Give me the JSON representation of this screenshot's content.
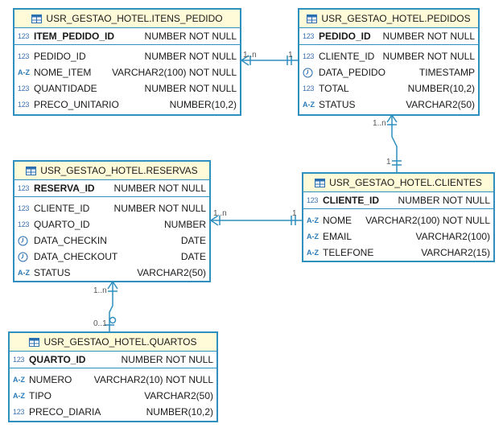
{
  "entities": {
    "itens_pedido": {
      "title": "USR_GESTAO_HOTEL.ITENS_PEDIDO",
      "pk": {
        "name": "ITEM_PEDIDO_ID",
        "type": "NUMBER NOT NULL",
        "icon": "123"
      },
      "fields": [
        {
          "name": "PEDIDO_ID",
          "type": "NUMBER NOT NULL",
          "icon": "123"
        },
        {
          "name": "NOME_ITEM",
          "type": "VARCHAR2(100) NOT NULL",
          "icon": "A-Z"
        },
        {
          "name": "QUANTIDADE",
          "type": "NUMBER NOT NULL",
          "icon": "123"
        },
        {
          "name": "PRECO_UNITARIO",
          "type": "NUMBER(10,2)",
          "icon": "123"
        }
      ]
    },
    "pedidos": {
      "title": "USR_GESTAO_HOTEL.PEDIDOS",
      "pk": {
        "name": "PEDIDO_ID",
        "type": "NUMBER NOT NULL",
        "icon": "123"
      },
      "fields": [
        {
          "name": "CLIENTE_ID",
          "type": "NUMBER NOT NULL",
          "icon": "123"
        },
        {
          "name": "DATA_PEDIDO",
          "type": "TIMESTAMP",
          "icon": "clock"
        },
        {
          "name": "TOTAL",
          "type": "NUMBER(10,2)",
          "icon": "123"
        },
        {
          "name": "STATUS",
          "type": "VARCHAR2(50)",
          "icon": "A-Z"
        }
      ]
    },
    "reservas": {
      "title": "USR_GESTAO_HOTEL.RESERVAS",
      "pk": {
        "name": "RESERVA_ID",
        "type": "NUMBER NOT NULL",
        "icon": "123"
      },
      "fields": [
        {
          "name": "CLIENTE_ID",
          "type": "NUMBER NOT NULL",
          "icon": "123"
        },
        {
          "name": "QUARTO_ID",
          "type": "NUMBER",
          "icon": "123"
        },
        {
          "name": "DATA_CHECKIN",
          "type": "DATE",
          "icon": "clock"
        },
        {
          "name": "DATA_CHECKOUT",
          "type": "DATE",
          "icon": "clock"
        },
        {
          "name": "STATUS",
          "type": "VARCHAR2(50)",
          "icon": "A-Z"
        }
      ]
    },
    "clientes": {
      "title": "USR_GESTAO_HOTEL.CLIENTES",
      "pk": {
        "name": "CLIENTE_ID",
        "type": "NUMBER NOT NULL",
        "icon": "123"
      },
      "fields": [
        {
          "name": "NOME",
          "type": "VARCHAR2(100) NOT NULL",
          "icon": "A-Z"
        },
        {
          "name": "EMAIL",
          "type": "VARCHAR2(100)",
          "icon": "A-Z"
        },
        {
          "name": "TELEFONE",
          "type": "VARCHAR2(15)",
          "icon": "A-Z"
        }
      ]
    },
    "quartos": {
      "title": "USR_GESTAO_HOTEL.QUARTOS",
      "pk": {
        "name": "QUARTO_ID",
        "type": "NUMBER NOT NULL",
        "icon": "123"
      },
      "fields": [
        {
          "name": "NUMERO",
          "type": "VARCHAR2(10) NOT NULL",
          "icon": "A-Z"
        },
        {
          "name": "TIPO",
          "type": "VARCHAR2(50)",
          "icon": "A-Z"
        },
        {
          "name": "PRECO_DIARIA",
          "type": "NUMBER(10,2)",
          "icon": "123"
        }
      ]
    }
  },
  "relations": {
    "itens_pedidos": {
      "many": "1..n",
      "one": "1"
    },
    "pedidos_clientes": {
      "many": "1..n",
      "one": "1"
    },
    "reservas_clientes": {
      "many": "1..n",
      "one": "1"
    },
    "reservas_quartos": {
      "many": "1..n",
      "optional": "0..1"
    }
  },
  "colors": {
    "border": "#2f8fbf",
    "header_bg": "#fffbd8",
    "line": "#2f8fbf"
  }
}
